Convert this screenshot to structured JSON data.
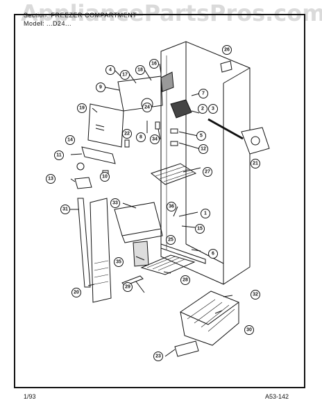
{
  "header": {
    "section_line": "Section: FREEZER COMPARTMENT",
    "model_line": "Model: ...D24..."
  },
  "watermark": "AppliancePartsPros.com",
  "footer": {
    "date": "1/93",
    "code": "A53-142"
  },
  "callouts": [
    "26",
    "16",
    "4",
    "17",
    "18",
    "9",
    "7",
    "2",
    "3",
    "19",
    "24",
    "22",
    "8",
    "34",
    "5",
    "12",
    "14",
    "11",
    "10",
    "21",
    "13",
    "27",
    "31",
    "33",
    "36",
    "1",
    "15",
    "25",
    "6",
    "35",
    "28",
    "20",
    "29",
    "32",
    "30",
    "23"
  ]
}
